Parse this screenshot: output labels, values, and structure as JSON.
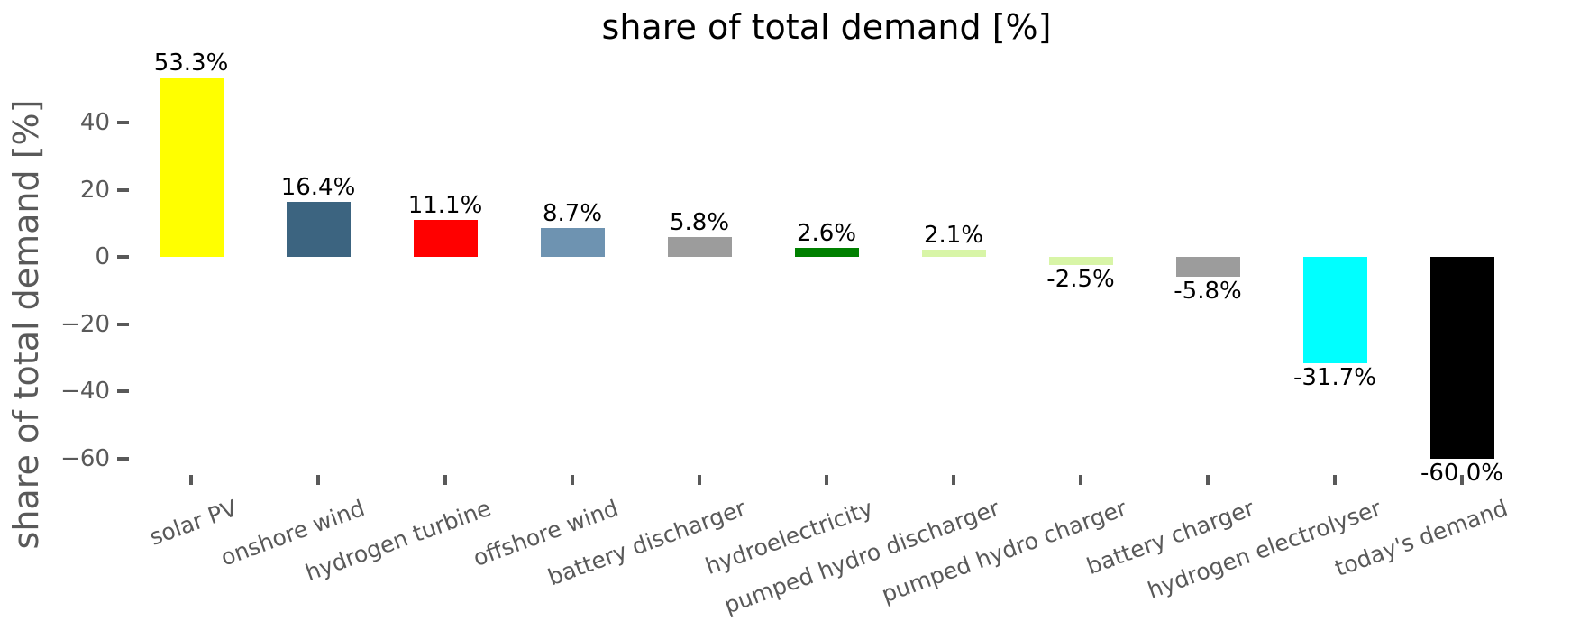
{
  "chart_data": {
    "type": "bar",
    "title": "share of total demand [%]",
    "ylabel": "share of total demand [%]",
    "xlabel": "",
    "categories": [
      "solar PV",
      "onshore wind",
      "hydrogen turbine",
      "offshore wind",
      "battery discharger",
      "hydroelectricity",
      "pumped hydro discharger",
      "pumped hydro charger",
      "battery charger",
      "hydrogen electrolyser",
      "today's demand"
    ],
    "values": [
      53.3,
      16.4,
      11.1,
      8.7,
      5.8,
      2.6,
      2.1,
      -2.5,
      -5.8,
      -31.7,
      -60.0
    ],
    "bar_labels": [
      "53.3%",
      "16.4%",
      "11.1%",
      "8.7%",
      "5.8%",
      "2.6%",
      "2.1%",
      "-2.5%",
      "-5.8%",
      "-31.7%",
      "-60.0%"
    ],
    "colors": [
      "#ffff00",
      "#3c6480",
      "#ff0000",
      "#6e93b1",
      "#9c9c9c",
      "#008000",
      "#d8f5a7",
      "#d8f5a7",
      "#9c9c9c",
      "#00ffff",
      "#000000"
    ],
    "ytick_values": [
      40,
      20,
      0,
      -20,
      -40,
      -60
    ],
    "ytick_labels": [
      "40",
      "20",
      "0",
      "−20",
      "−40",
      "−60"
    ],
    "ylim": [
      -66,
      57
    ],
    "grid": false,
    "legend_position": "none",
    "title_color": "#000000",
    "axis_text_color": "#595959",
    "value_label_color": "#000000",
    "background_color": "#ffffff"
  }
}
